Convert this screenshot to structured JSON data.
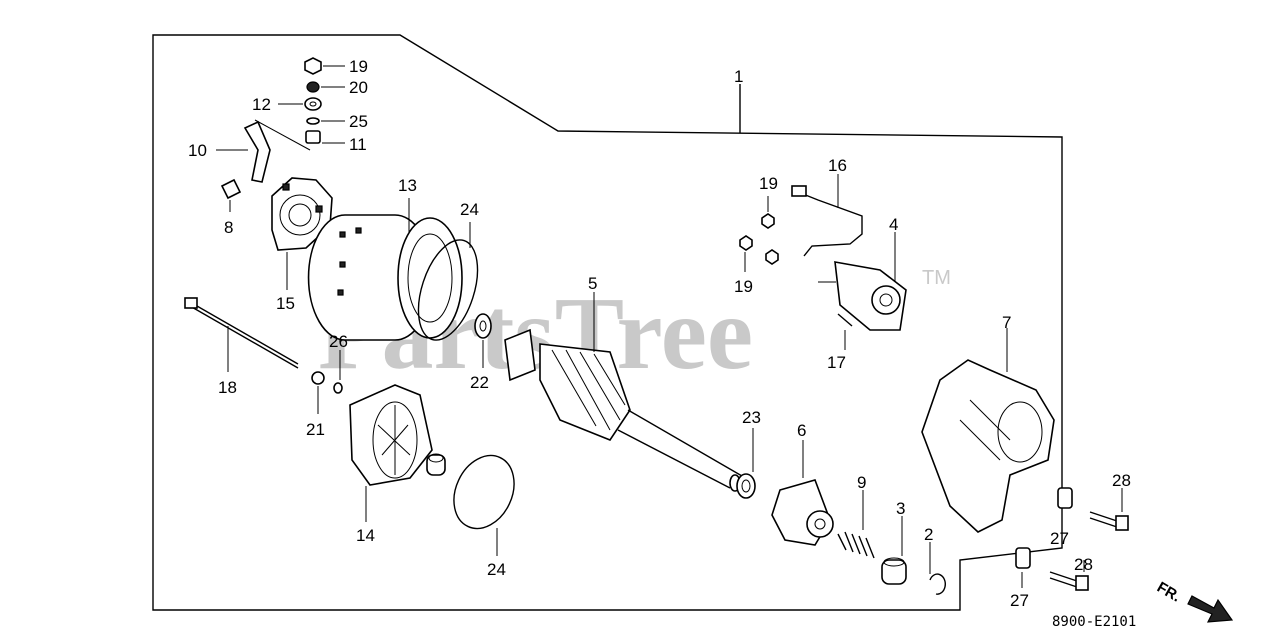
{
  "watermark": {
    "text": "PartsTree",
    "trademark": "TM"
  },
  "diagram_code": "8900-E2101",
  "direction_label": "FR.",
  "callouts": {
    "c1": "1",
    "c2": "2",
    "c3": "3",
    "c4": "4",
    "c5": "5",
    "c6": "6",
    "c7": "7",
    "c8": "8",
    "c9": "9",
    "c10": "10",
    "c11": "11",
    "c12": "12",
    "c13": "13",
    "c14": "14",
    "c15": "15",
    "c16": "16",
    "c17": "17",
    "c18": "18",
    "c19a": "19",
    "c19b": "19",
    "c19c": "19",
    "c20": "20",
    "c21": "21",
    "c22": "22",
    "c23": "23",
    "c24a": "24",
    "c24b": "24",
    "c25": "25",
    "c26": "26",
    "c27a": "27",
    "c27b": "27",
    "c28a": "28",
    "c28b": "28"
  }
}
